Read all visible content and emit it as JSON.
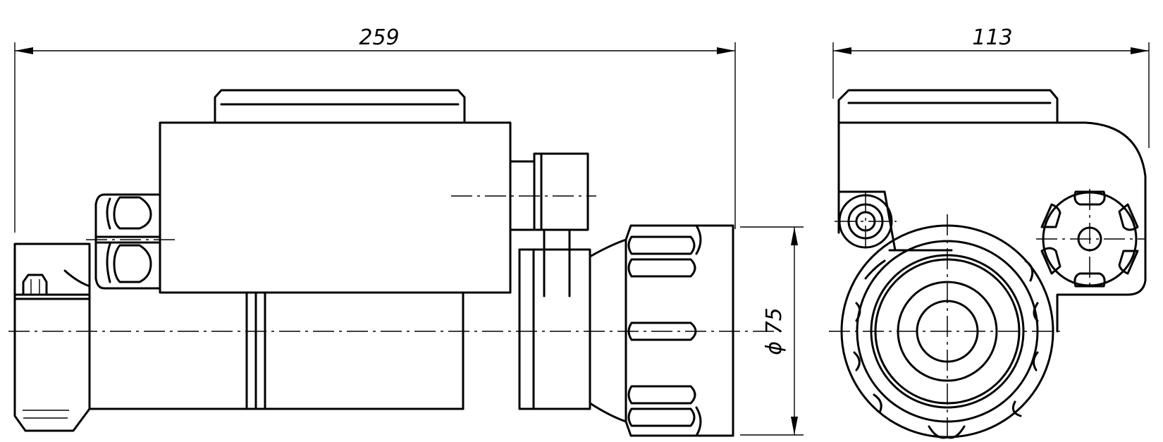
{
  "dimensions": {
    "overall_length": "259",
    "width": "113",
    "diameter": "ϕ 75"
  }
}
